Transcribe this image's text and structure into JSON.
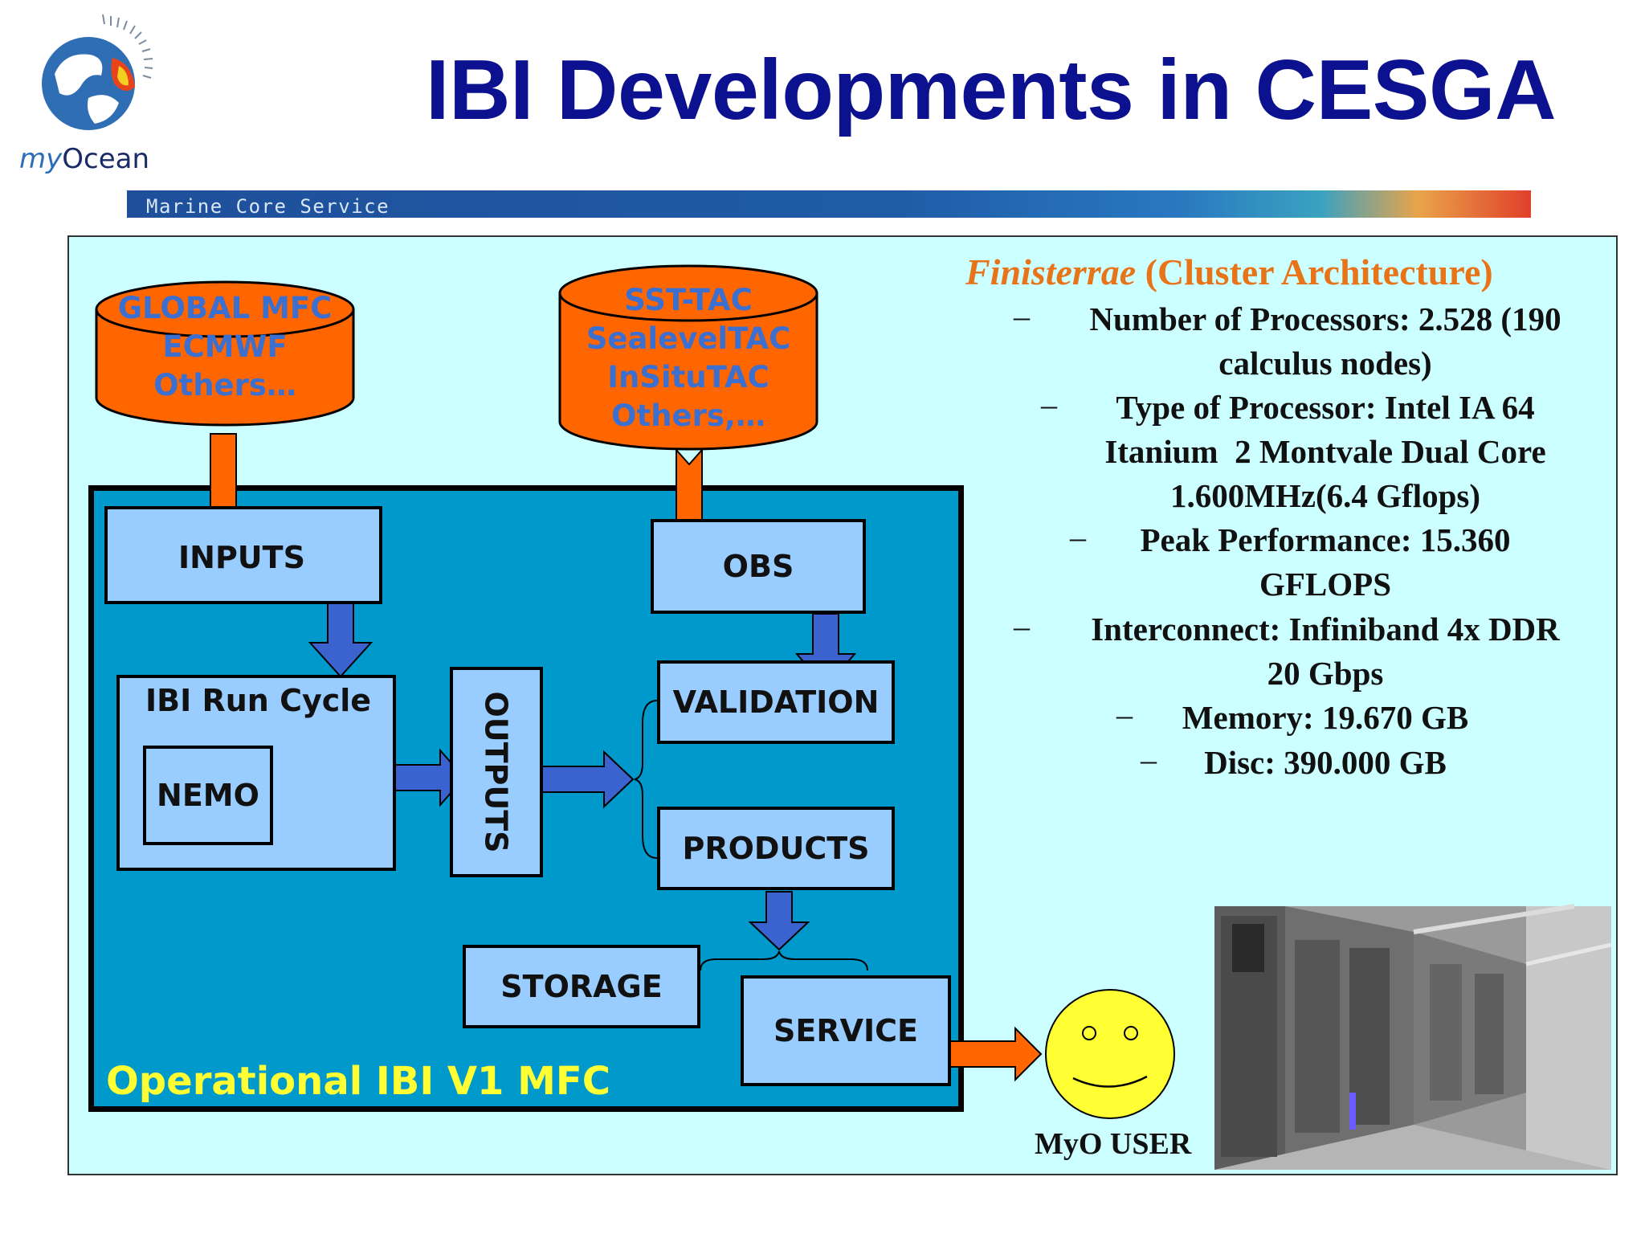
{
  "header": {
    "title": "IBI Developments in CESGA",
    "logo_my": "my",
    "logo_ocean": "Ocean",
    "banner_text": "Marine Core Service"
  },
  "diagram": {
    "source_left": [
      "GLOBAL MFC",
      "ECMWF",
      "Others…"
    ],
    "source_right": [
      "SST-TAC",
      "SealevelTAC",
      "InSituTAC",
      "Others,…"
    ],
    "inputs": "INPUTS",
    "obs": "OBS",
    "run_cycle": "IBI Run Cycle",
    "nemo": "NEMO",
    "outputs": "OUTPUTS",
    "validation": "VALIDATION",
    "products": "PRODUCTS",
    "storage": "STORAGE",
    "service": "SERVICE",
    "mfc_label": "Operational IBI V1 MFC",
    "user_label": "MyO USER"
  },
  "cluster": {
    "title_italic": "Finisterrae",
    "title_rest": "(Cluster Architecture)",
    "specs": [
      {
        "lines": [
          "Number of Processors: 2.528 (190",
          "calculus nodes)"
        ]
      },
      {
        "lines": [
          "Type of Processor: Intel IA 64",
          "Itanium  2 Montvale Dual Core",
          "1.600MHz(6.4 Gflops)"
        ]
      },
      {
        "lines": [
          "Peak Performance: 15.360",
          "GFLOPS"
        ]
      },
      {
        "lines": [
          "Interconnect: Infiniband 4x DDR",
          "20 Gbps"
        ]
      },
      {
        "lines": [
          "Memory: 19.670 GB"
        ]
      },
      {
        "lines": [
          "Disc: 390.000 GB"
        ]
      }
    ],
    "dash": "–"
  },
  "colors": {
    "title": "#0c128f",
    "panel": "#ccffff",
    "mfc_fill": "#0099cc",
    "box_fill": "#99ccff",
    "cylinder": "#ff6600",
    "arrow_blue": "#3a63cf",
    "accent_orange": "#e8741a",
    "mfc_label": "#ffff33",
    "smiley": "#ffff33"
  }
}
